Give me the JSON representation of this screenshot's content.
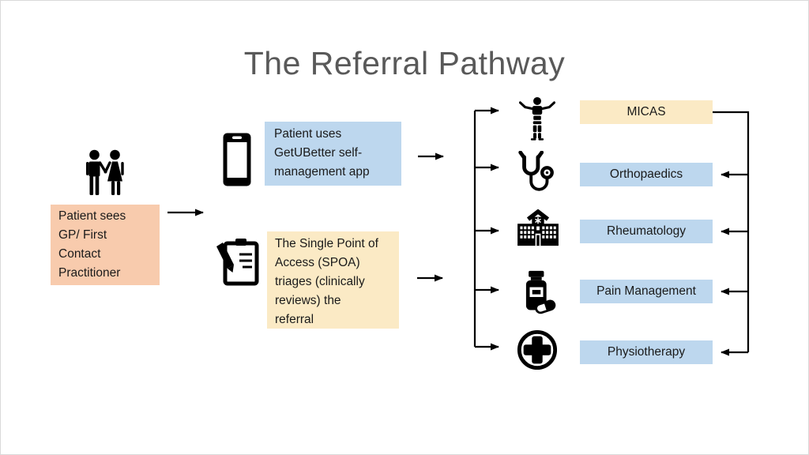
{
  "title": "The Referral Pathway",
  "colors": {
    "peach": "#F8CBAD",
    "blue": "#BDD7EE",
    "cream": "#FBEAC5",
    "title-gray": "#595959",
    "ink": "#1a1a1a",
    "line": "#000000"
  },
  "patient": {
    "text": "Patient sees\nGP/ First\nContact\nPractitioner",
    "icon": "couple-icon"
  },
  "app": {
    "text": "Patient uses\nGetUBetter self-\nmanagement app",
    "icon": "smartphone-icon"
  },
  "spoa": {
    "text": "The Single Point of\nAccess (SPOA)\ntriages (clinically\nreviews) the\nreferral",
    "icon": "clipboard-pencil-icon"
  },
  "services": [
    {
      "label": "MICAS",
      "icon": "body-icon"
    },
    {
      "label": "Orthopaedics",
      "icon": "stethoscope-icon"
    },
    {
      "label": "Rheumatology",
      "icon": "hospital-icon"
    },
    {
      "label": "Pain Management",
      "icon": "pill-bottle-icon"
    },
    {
      "label": "Physiotherapy",
      "icon": "medical-cross-icon"
    }
  ]
}
